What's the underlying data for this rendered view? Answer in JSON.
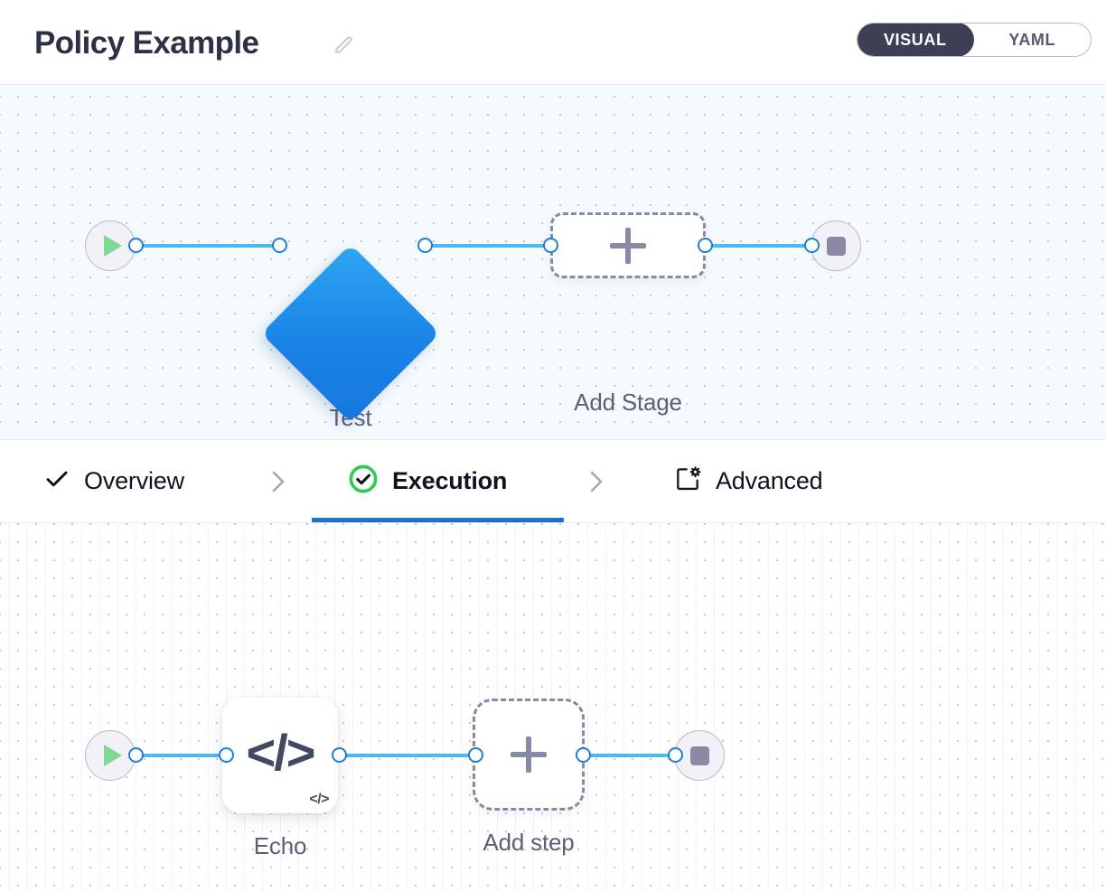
{
  "header": {
    "title": "Policy Example",
    "edit_icon": "pencil-icon",
    "mode_toggle": {
      "options": [
        {
          "label": "VISUAL",
          "active": true
        },
        {
          "label": "YAML",
          "active": false
        }
      ]
    }
  },
  "stage_canvas": {
    "start_node": {
      "icon": "play-icon",
      "name": "start"
    },
    "end_node": {
      "icon": "stop-icon",
      "name": "end"
    },
    "nodes": [
      {
        "label": "Test",
        "icon": "checked-diamond-icon",
        "type": "stage"
      },
      {
        "label": "Add Stage",
        "icon": "plus-icon",
        "type": "add-placeholder"
      }
    ]
  },
  "tabs": [
    {
      "label": "Overview",
      "icon": "check-icon",
      "active": false
    },
    {
      "label": "Execution",
      "icon": "check-circle-icon",
      "active": true
    },
    {
      "label": "Advanced",
      "icon": "panel-gear-icon",
      "active": false
    }
  ],
  "step_canvas": {
    "start_node": {
      "icon": "play-icon",
      "name": "start"
    },
    "end_node": {
      "icon": "stop-icon",
      "name": "end"
    },
    "nodes": [
      {
        "label": "Echo",
        "icon": "code-icon",
        "glyph": "</>",
        "badge": "</>",
        "type": "step"
      },
      {
        "label": "Add step",
        "icon": "plus-icon",
        "type": "add-placeholder"
      }
    ]
  },
  "colors": {
    "accent_blue": "#1a72cc",
    "edge_blue": "#4cb9f0",
    "stage_blue": "#1a83e8",
    "success_green": "#2ecc54",
    "play_green": "#7fd893",
    "muted": "#868aa3",
    "toggle_dark": "#3d4055"
  }
}
